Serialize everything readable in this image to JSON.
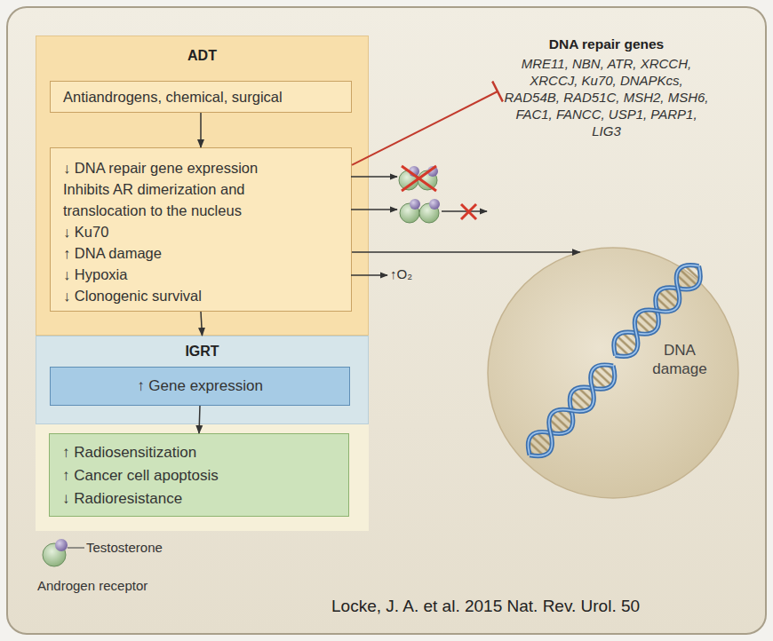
{
  "diagram": {
    "nodes": [
      {
        "text": [
          "ADT"
        ]
      },
      {
        "text": [
          "Antiandrogens, chemical, surgical"
        ],
        "in": 0
      },
      {
        "text": [
          "↓ DNA repair gene expression",
          "Inhibits AR dimerization and translocation to the nucleus",
          "↓ Ku70",
          "↑ DNA damage",
          "↓ Hypoxia",
          "↓ Clonogenic survival"
        ],
        "in": 0
      },
      {
        "text": [
          "IGRT"
        ]
      },
      {
        "text": [
          "↑ Gene expression"
        ],
        "in": 3
      },
      {
        "text": [
          "↑ Radiosensitization",
          "↑ Cancer cell apoptosis",
          "↓ Radioresistance"
        ]
      },
      {
        "text": [
          "DNA repair genes",
          "MRE11, NBN, ATR, XRCCH, XRCCJ, Ku70, DNAPKcs, RAD54B, RAD51C, MSH2, MSH6, FAC1, FANCC, USP1, PARP1, LIG3"
        ]
      },
      {
        "text": [
          "DNA damage"
        ]
      }
    ],
    "edges": [
      {
        "from": 1,
        "to": 2,
        "arrow": "to"
      },
      {
        "from": 2,
        "to": 3,
        "arrow": "to"
      },
      {
        "from": 4,
        "to": 5,
        "arrow": "to"
      },
      {
        "from": 2,
        "to": 6,
        "arrow": "none"
      },
      {
        "from": 2,
        "to": 7,
        "arrow": "to"
      }
    ],
    "labels": [
      "↑O₂",
      "Locke, J. A. et al. 2015 Nat. Rev. Urol. 50"
    ],
    "legend": [
      {
        "text": "Testosterone"
      },
      {
        "text": "Androgen receptor"
      }
    ]
  }
}
